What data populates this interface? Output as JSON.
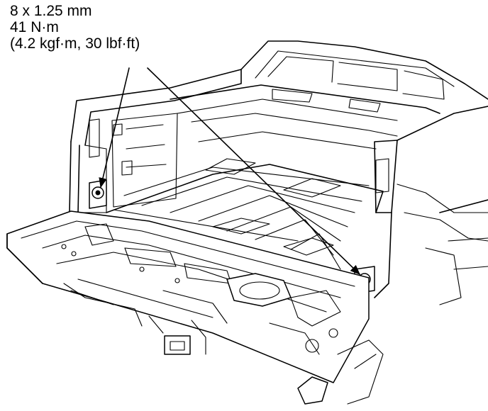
{
  "callout": {
    "thread_spec": "8 x 1.25 mm",
    "torque_nm": "41 N·m",
    "torque_alt": "(4.2 kgf·m, 30 lbf·ft)"
  },
  "illustration": {
    "subject": "tailgate-hinge-bolts",
    "icon": "bolt-icon"
  }
}
